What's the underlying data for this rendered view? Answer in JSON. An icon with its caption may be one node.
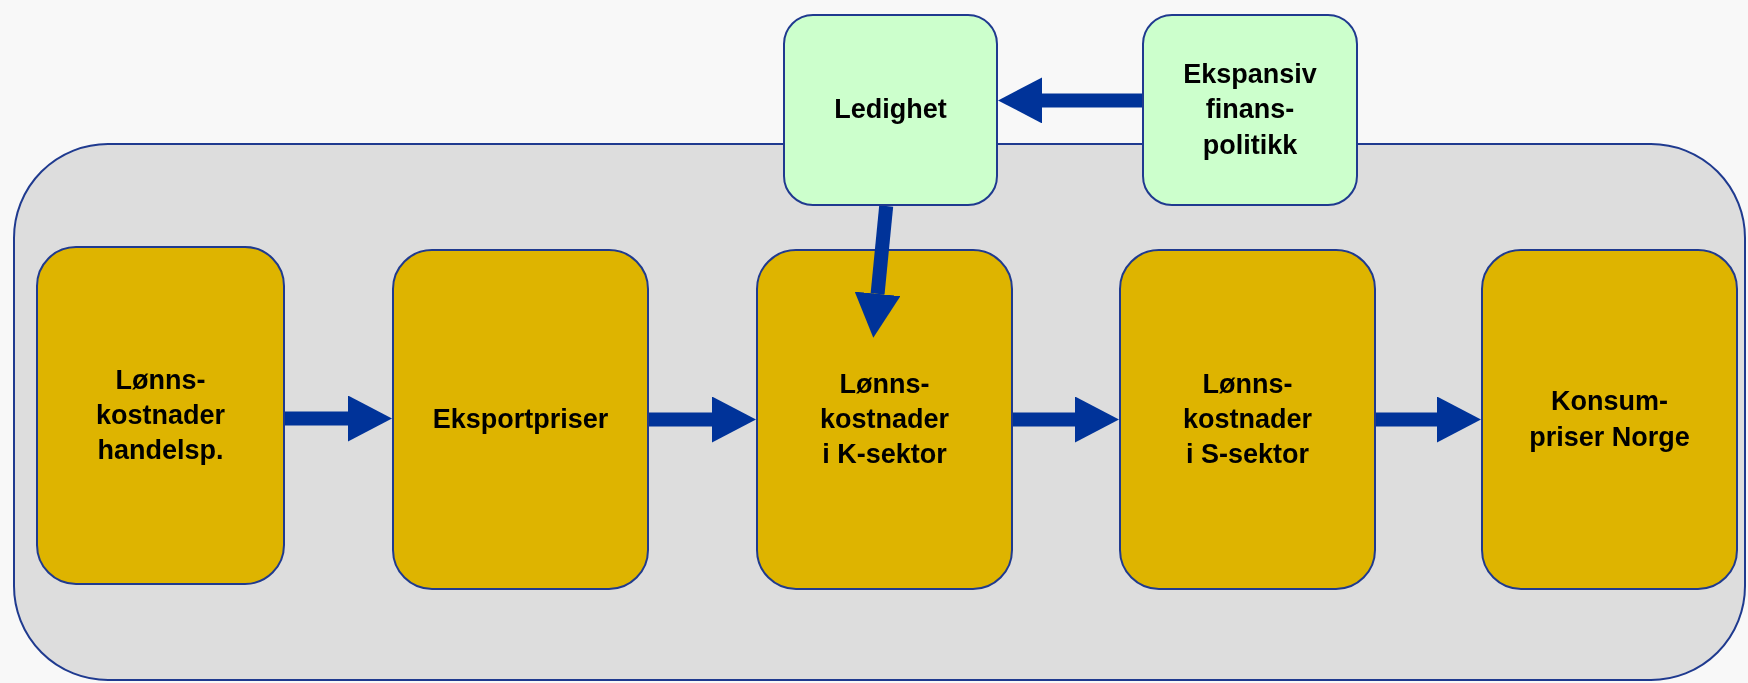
{
  "diagram": {
    "nodes": [
      {
        "text": [],
        "shape": "box"
      },
      {
        "text": [
          "Ledighet"
        ]
      },
      {
        "text": [
          "Ekspansiv finans- politikk"
        ]
      },
      {
        "text": [
          "Lønns- kostnader handelsp."
        ],
        "in": 0
      },
      {
        "text": [
          "Eksportpriser"
        ],
        "in": 0
      },
      {
        "text": [
          "Lønns- kostnader i K-sektor"
        ],
        "in": 0
      },
      {
        "text": [
          "Lønns- kostnader i S-sektor"
        ],
        "in": 0
      },
      {
        "text": [
          "Konsum- priser Norge"
        ],
        "in": 0
      }
    ],
    "edges": [
      {
        "from": 2,
        "to": 1,
        "arrow": "to"
      },
      {
        "from": 1,
        "to": 5,
        "arrow": "to"
      },
      {
        "from": 3,
        "to": 4,
        "arrow": "to"
      },
      {
        "from": 4,
        "to": 5,
        "arrow": "to"
      },
      {
        "from": 5,
        "to": 6,
        "arrow": "to"
      },
      {
        "from": 6,
        "to": 7,
        "arrow": "to"
      }
    ]
  }
}
